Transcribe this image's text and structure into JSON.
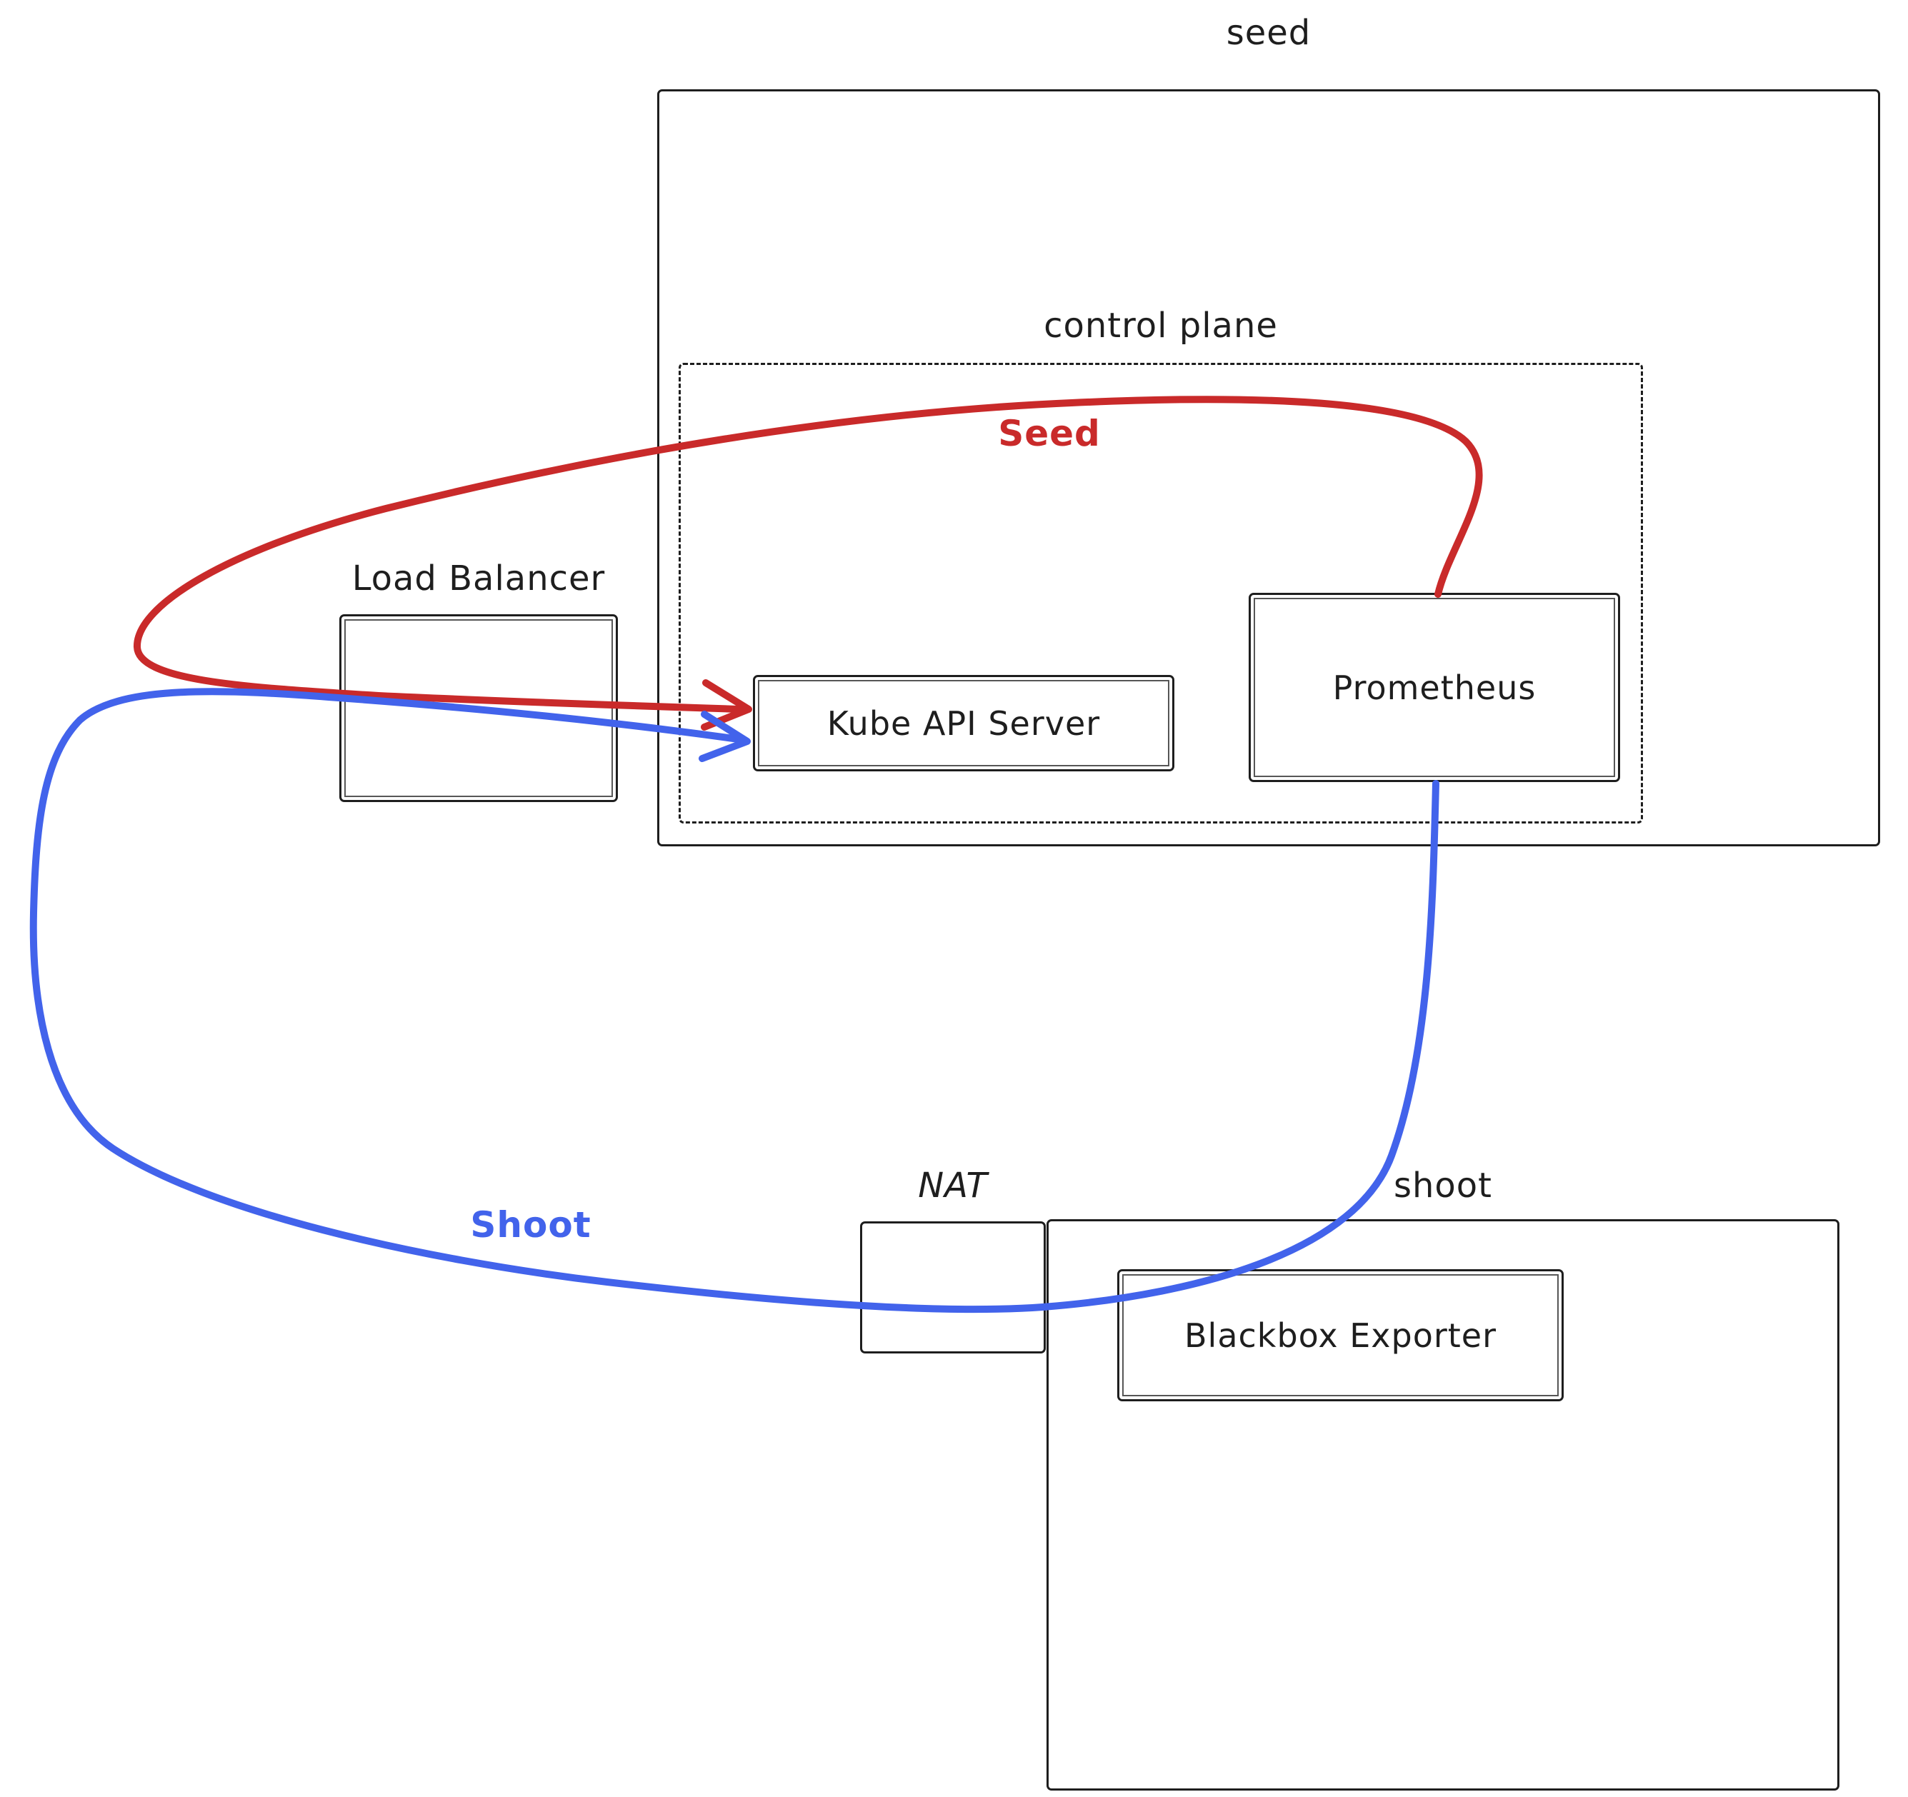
{
  "diagram": {
    "colors": {
      "shape_stroke": "#1e1e1e",
      "seed_edge": "#c92a2a",
      "shoot_edge": "#4263eb",
      "background": "#ffffff"
    },
    "containers": {
      "seed": {
        "label": "seed"
      },
      "control_plane": {
        "label": "control plane"
      },
      "load_balancer": {
        "label": "Load Balancer"
      },
      "nat": {
        "label": "NAT"
      },
      "shoot": {
        "label": "shoot"
      }
    },
    "nodes": {
      "kube_api_server": {
        "label": "Kube API Server"
      },
      "prometheus": {
        "label": "Prometheus"
      },
      "blackbox_exporter": {
        "label": "Blackbox Exporter"
      }
    },
    "edges": {
      "seed": {
        "label": "Seed",
        "color": "#c92a2a",
        "from": "Prometheus",
        "to": "Kube API Server"
      },
      "shoot": {
        "label": "Shoot",
        "color": "#4263eb",
        "from": "Prometheus",
        "to": "Kube API Server"
      }
    }
  }
}
